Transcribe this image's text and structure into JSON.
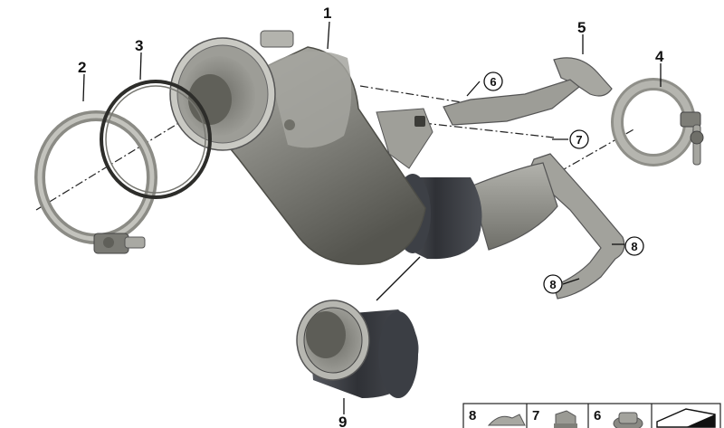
{
  "diagram": {
    "callouts": [
      {
        "id": "1",
        "label": "1"
      },
      {
        "id": "2",
        "label": "2"
      },
      {
        "id": "3",
        "label": "3"
      },
      {
        "id": "4",
        "label": "4"
      },
      {
        "id": "5",
        "label": "5"
      },
      {
        "id": "6",
        "label": "6"
      },
      {
        "id": "7",
        "label": "7"
      },
      {
        "id": "8a",
        "label": "8"
      },
      {
        "id": "8b",
        "label": "8"
      },
      {
        "id": "9",
        "label": "9"
      }
    ],
    "legend": [
      {
        "label": "8",
        "icon": "clip-nut-icon"
      },
      {
        "label": "7",
        "icon": "hex-nut-icon"
      },
      {
        "label": "6",
        "icon": "flange-nut-icon"
      },
      {
        "label": "",
        "icon": "diagram-reference-icon"
      }
    ]
  }
}
